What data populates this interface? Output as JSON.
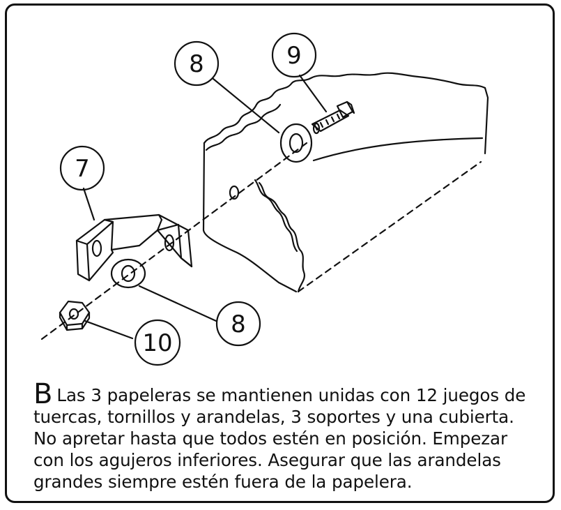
{
  "callouts": {
    "bolt": "9",
    "washer_top": "8",
    "bracket": "7",
    "washer_bottom": "8",
    "nut": "10"
  },
  "caption": {
    "letter": "B",
    "text": "Las 3 papeleras se mantienen unidas con 12 juegos de tuercas, tornillos y arandelas, 3 soportes y una cubierta.  No apretar hasta que todos estén en posición.  Empezar con los agujeros inferiores.  Asegurar que las arandelas grandes siempre estén fuera de la papelera."
  }
}
